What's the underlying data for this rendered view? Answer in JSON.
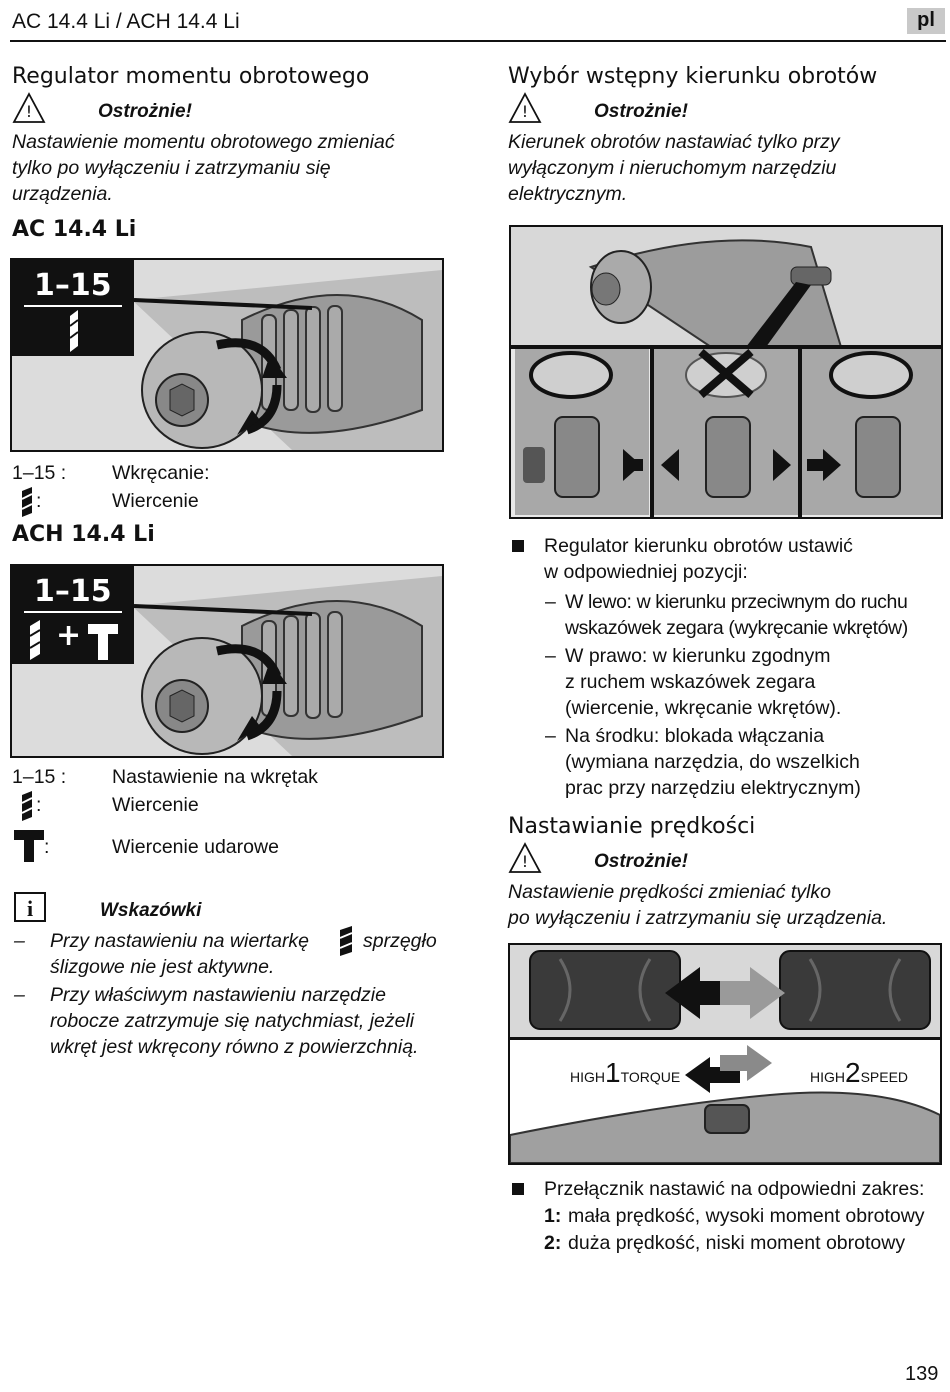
{
  "header": {
    "title": "AC 14.4 Li / ACH 14.4 Li",
    "lang": "pl"
  },
  "left": {
    "torque_title": "Regulator momentu obrotowego",
    "caution_label": "Ostrożnie!",
    "torque_warning": [
      "Nastawienie momentu obrotowego zmieniać",
      "tylko po wyłączeniu i zatrzymaniu się",
      "urządzenia."
    ],
    "ac_model": "AC 14.4 Li",
    "ac_fig_range": "1–15",
    "ac_legend": [
      {
        "key": "1–15 :",
        "value": "Wkręcanie:"
      },
      {
        "key": ":",
        "value": "Wiercenie",
        "icon": "drill-icon"
      }
    ],
    "ach_model": "ACH 14.4 Li",
    "ach_fig_range": "1–15",
    "ach_fig_plus": "+",
    "ach_legend": [
      {
        "key": "1–15 :",
        "value": "Nastawienie na wkrętak"
      },
      {
        "key": ":",
        "value": "Wiercenie",
        "icon": "drill-icon"
      },
      {
        "key": ":",
        "value": "Wiercenie udarowe",
        "icon": "hammer-icon"
      }
    ],
    "notes_title": "Wskazówki",
    "notes": [
      {
        "dash": "–",
        "lines": [
          "Przy nastawieniu na wiertarkę",
          "sprzęgło",
          "ślizgowe nie jest aktywne."
        ]
      },
      {
        "dash": "–",
        "lines": [
          "Przy właściwym nastawieniu narzędzie",
          "robocze zatrzymuje się natychmiast, jeżeli",
          "wkręt jest wkręcony równo z powierzchnią."
        ]
      }
    ]
  },
  "right": {
    "direction_title": "Wybór wstępny kierunku obrotów",
    "caution_label": "Ostrożnie!",
    "direction_warning": [
      "Kierunek obrotów nastawiać tylko przy",
      "wyłączonym i nieruchomym narzędziu",
      "elektrycznym."
    ],
    "direction_bullet": [
      "Regulator kierunku obrotów ustawić",
      "w odpowiedniej pozycji:"
    ],
    "direction_items": [
      {
        "dash": "–",
        "lines": [
          "W lewo: w kierunku przeciwnym do ruchu",
          "wskazówek zegara (wykręcanie wkrętów)"
        ]
      },
      {
        "dash": "–",
        "lines": [
          "W prawo: w kierunku zgodnym",
          "z ruchem wskazówek zegara",
          "(wiercenie, wkręcanie wkrętów)."
        ]
      },
      {
        "dash": "–",
        "lines": [
          "Na środku: blokada włączania",
          "(wymiana narzędzia, do wszelkich",
          "prac przy narzędziu elektrycznym)"
        ]
      }
    ],
    "speed_title": "Nastawianie prędkości",
    "speed_warning": [
      "Nastawienie prędkości zmieniać tylko",
      "po wyłączeniu i zatrzymaniu się urządzenia."
    ],
    "gear1_label": {
      "high": "HIGH",
      "num": "1",
      "mode": "TORQUE"
    },
    "gear2_label": {
      "high": "HIGH",
      "num": "2",
      "mode": "SPEED"
    },
    "speed_bullet": "Przełącznik nastawić na odpowiedni zakres:",
    "speed_items": [
      {
        "num": "1:",
        "text": "mała prędkość, wysoki moment obrotowy"
      },
      {
        "num": "2:",
        "text": "duża prędkość, niski moment obrotowy"
      }
    ]
  },
  "footer": {
    "page": "139"
  }
}
